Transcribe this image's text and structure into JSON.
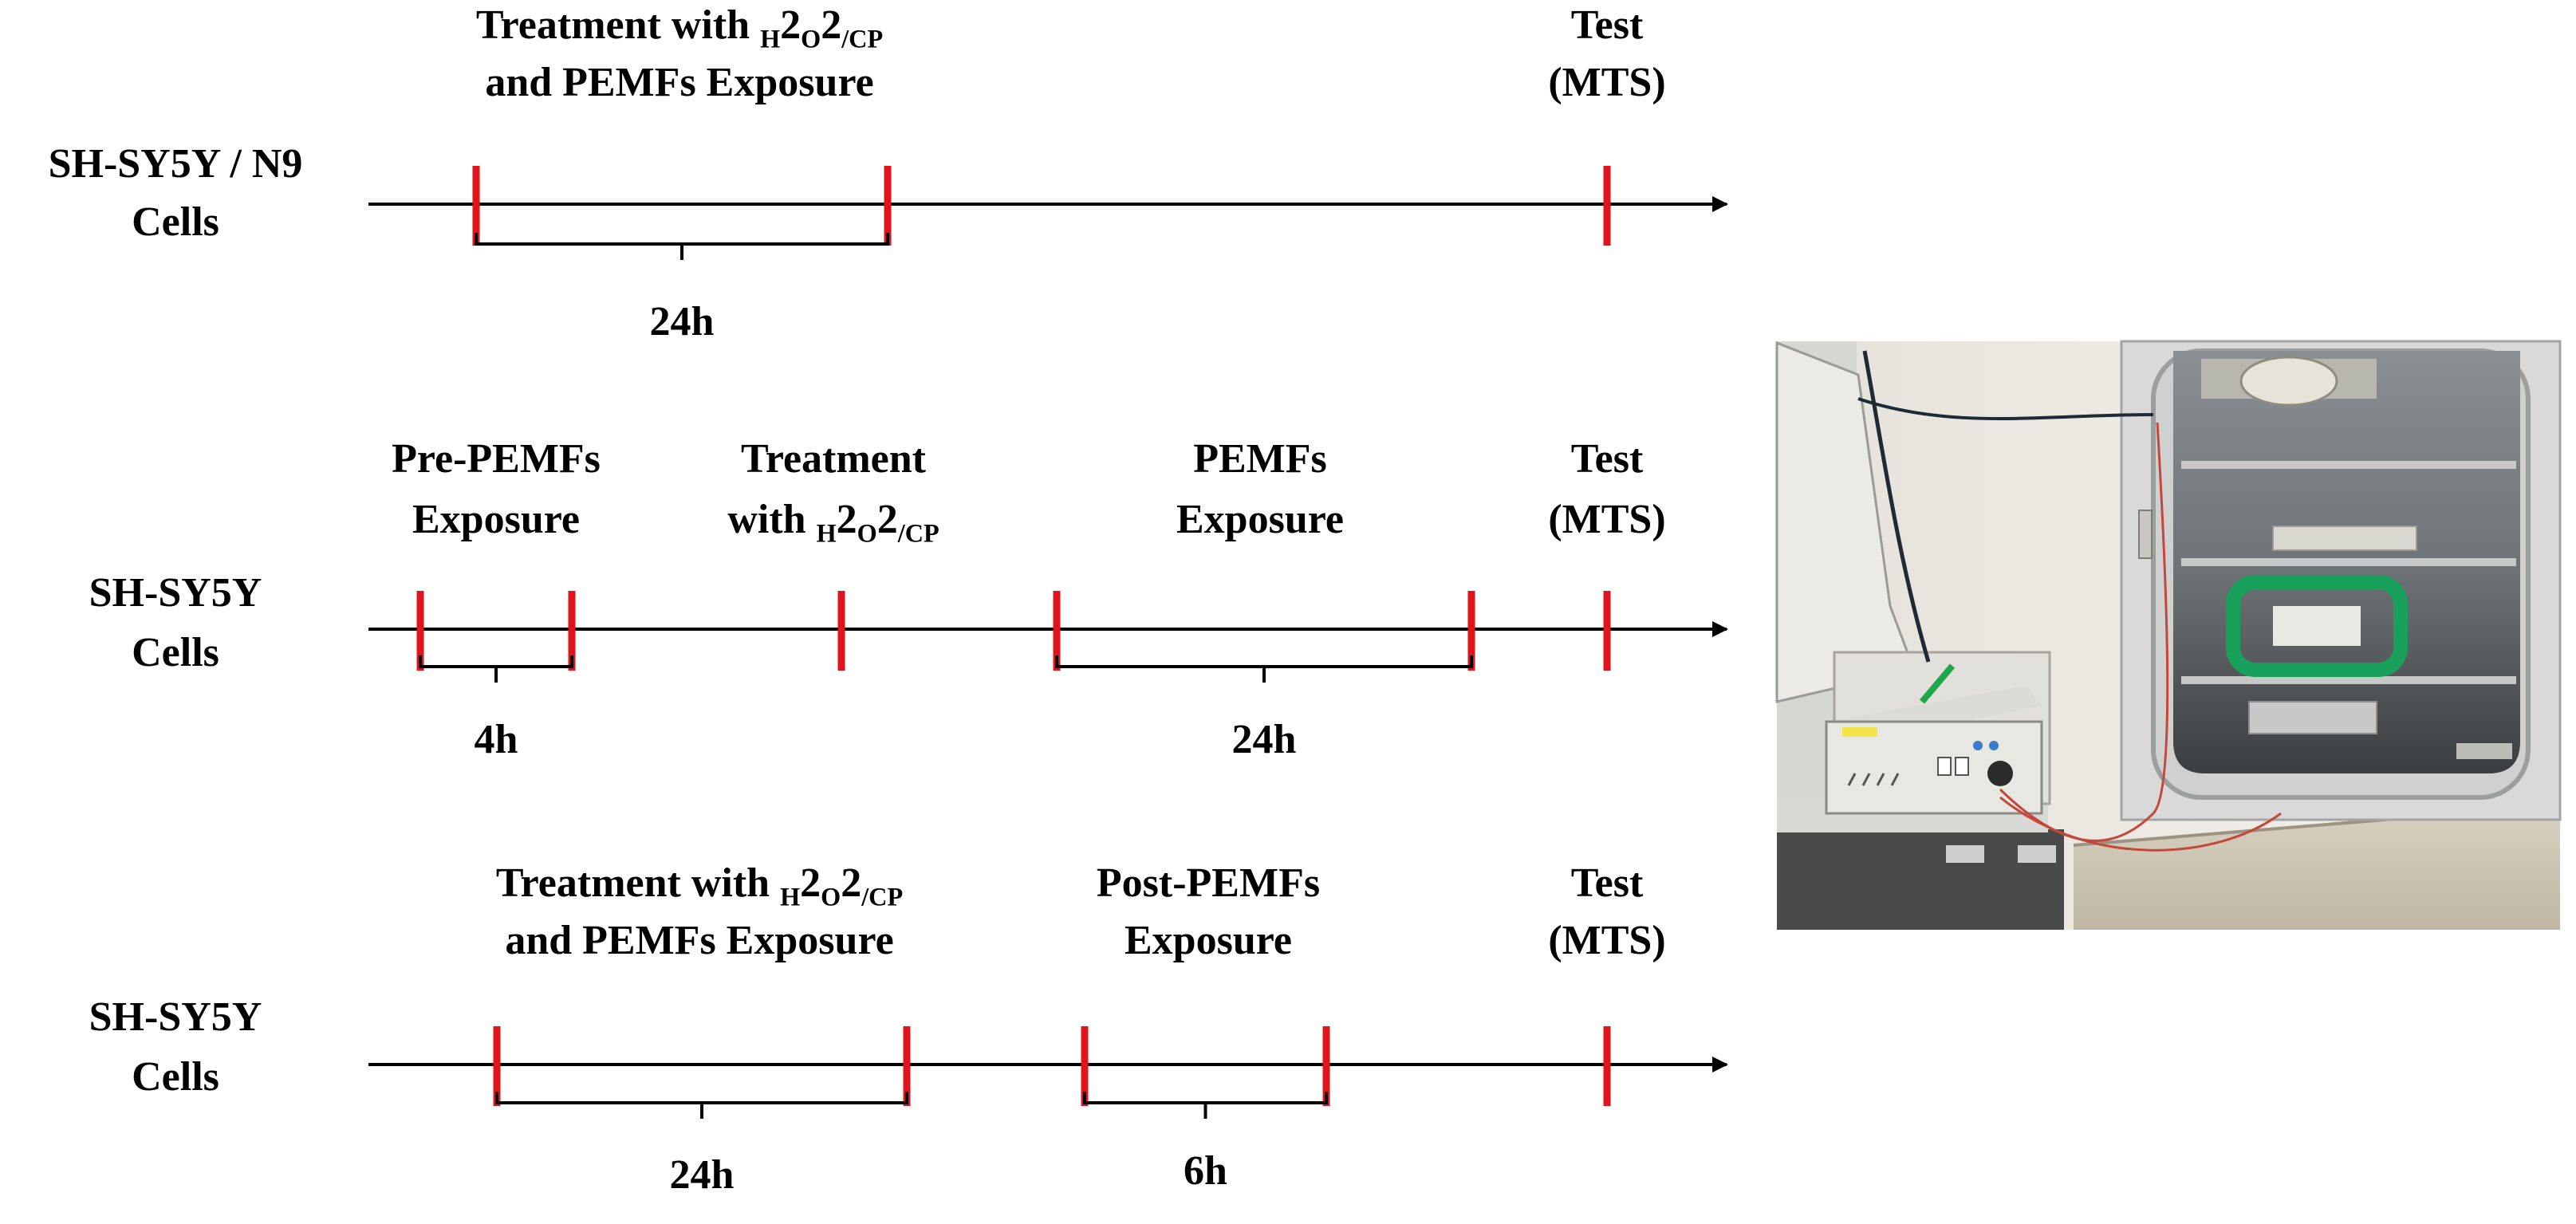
{
  "colors": {
    "axis": "#000000",
    "tick": "#e2141b",
    "bracket": "#000000"
  },
  "protocols": [
    {
      "cell_label": [
        "SH-SY5Y / N9",
        "Cells"
      ],
      "steps": [
        {
          "lines": [
            "Treatment with |H|2|O|2|/CP",
            "and PEMFs Exposure"
          ]
        },
        {
          "lines": [
            "Test",
            "(MTS)"
          ]
        }
      ],
      "durations": [
        "24h"
      ]
    },
    {
      "cell_label": [
        "SH-SY5Y",
        "Cells"
      ],
      "steps": [
        {
          "lines": [
            "Pre-PEMFs",
            "Exposure"
          ]
        },
        {
          "lines": [
            "Treatment",
            "with |H|2|O|2|/CP"
          ]
        },
        {
          "lines": [
            "PEMFs",
            "Exposure"
          ]
        },
        {
          "lines": [
            "Test",
            "(MTS)"
          ]
        }
      ],
      "durations": [
        "4h",
        "24h"
      ]
    },
    {
      "cell_label": [
        "SH-SY5Y",
        "Cells"
      ],
      "steps": [
        {
          "lines": [
            "Treatment with |H|2|O|2|/CP",
            "and PEMFs Exposure"
          ]
        },
        {
          "lines": [
            "Post-PEMFs",
            "Exposure"
          ]
        },
        {
          "lines": [
            "Test",
            "(MTS)"
          ]
        }
      ],
      "durations": [
        "24h",
        "6h"
      ]
    }
  ],
  "photo": {
    "icon": "incubator-with-pemf-generator-photo"
  }
}
